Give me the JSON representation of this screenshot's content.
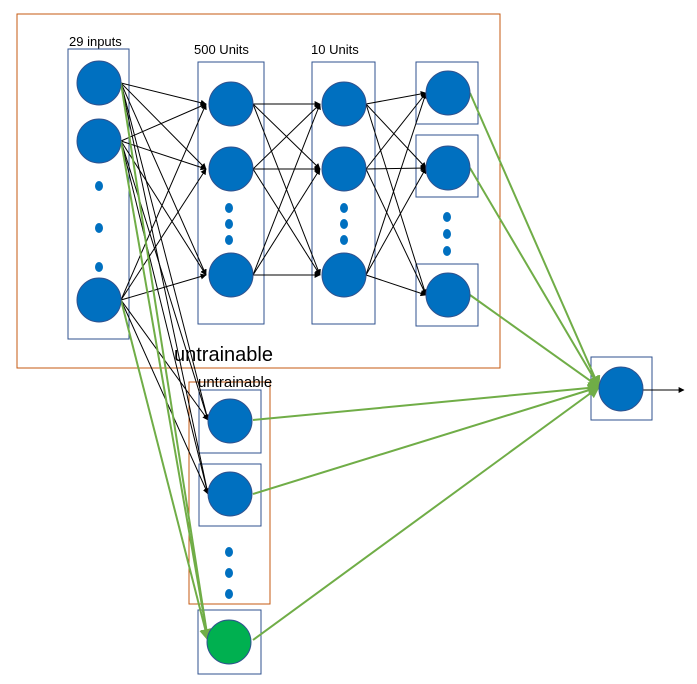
{
  "diagram": {
    "labels": {
      "inputs": "29 inputs",
      "units_500": "500 Units",
      "units_10": "10 Units",
      "untrainable_big": "untrainable",
      "untrainable_small": "untrainable"
    },
    "colors": {
      "node_blue": "#0070c0",
      "node_green": "#00b050",
      "box_border": "#2f528f",
      "frame_orange": "#c55a11",
      "edge_black": "#000000",
      "edge_green": "#70ad47"
    }
  }
}
